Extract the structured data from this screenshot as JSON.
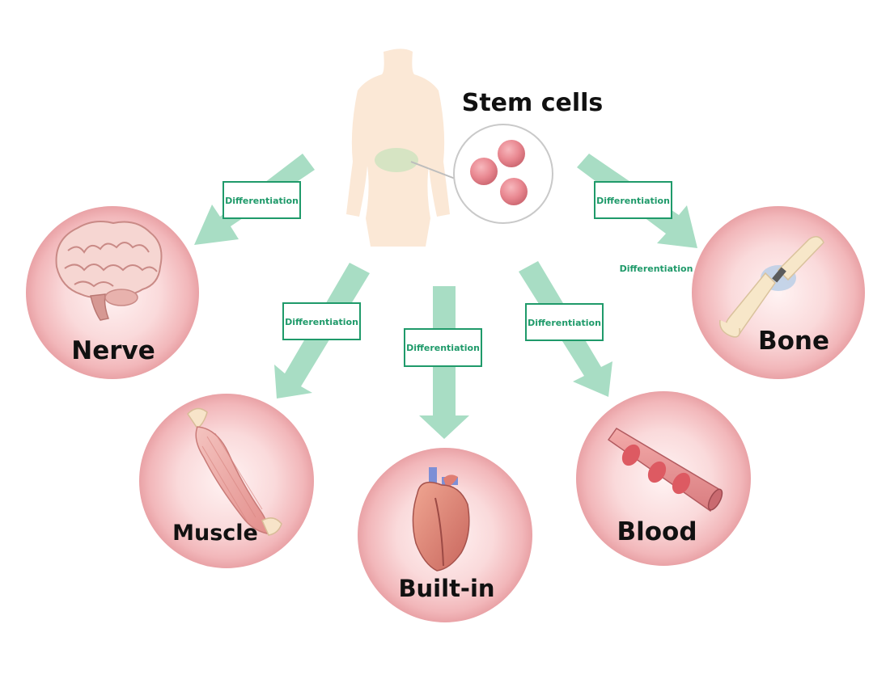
{
  "title": "Stem cells",
  "differentiation_label": "Differentiation",
  "targets": {
    "nerve": "Nerve",
    "muscle": "Muscle",
    "heart": "Built-in",
    "blood": "Blood",
    "bone": "Bone"
  },
  "colors": {
    "arrow": "#a8ddc4",
    "box_border": "#1f9a6a",
    "box_text": "#1f9a6a",
    "circle_fill": "#f6c9cb",
    "circle_edge": "#e6a3a6",
    "body_silhouette": "#fbe8d6",
    "stem_cell": "#e98a91"
  }
}
